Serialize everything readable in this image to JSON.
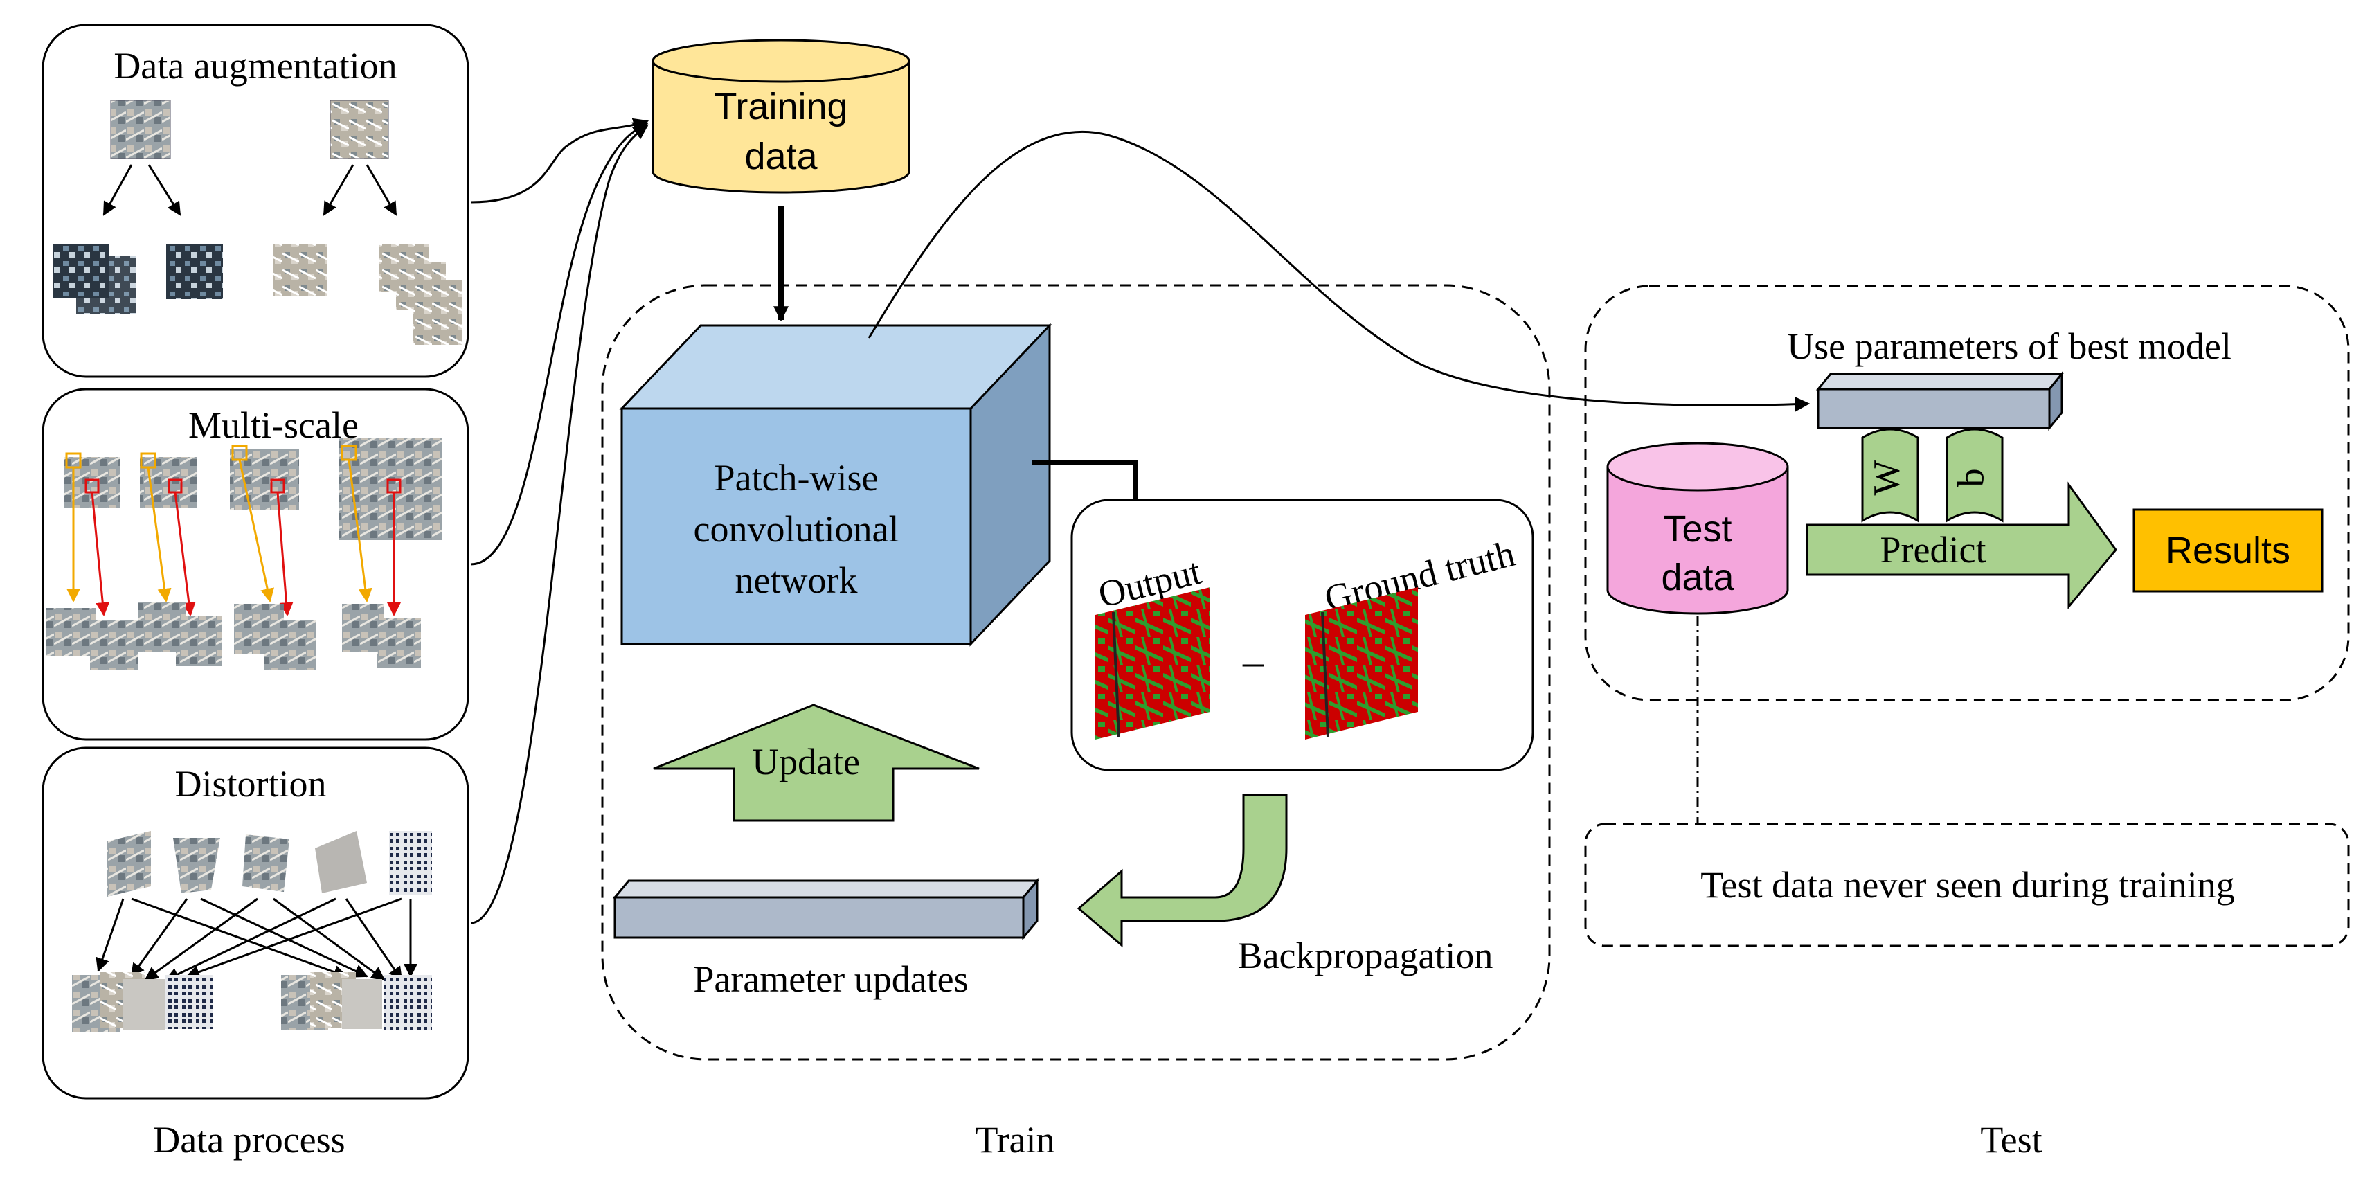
{
  "panels": {
    "data_augmentation": "Data augmentation",
    "multi_scale": "Multi-scale",
    "distortion": "Distortion"
  },
  "training_data": [
    "Training",
    "data"
  ],
  "network": [
    "Patch-wise",
    "convolutional",
    "network"
  ],
  "output_label": "Output",
  "minus": "–",
  "ground_truth_label": "Ground truth",
  "update_label": "Update",
  "parameter_updates": "Parameter updates",
  "backpropagation": "Backpropagation",
  "best_model_label": "Use parameters of best model",
  "weight_w": "W",
  "weight_b": "b",
  "test_data": [
    "Test",
    "data"
  ],
  "predict": "Predict",
  "results": "Results",
  "note": "Test data never seen during training",
  "sections": {
    "data_process": "Data process",
    "train": "Train",
    "test": "Test"
  },
  "colors": {
    "training_db": "#FFE699",
    "network_front": "#9DC3E6",
    "network_top": "#BDD7EE",
    "network_side": "#7F9FBF",
    "arrow_green": "#A9D18E",
    "test_db": "#F4A6DC",
    "results": "#FFC000",
    "param_bar": "#ADB9CA",
    "mask_red": "#CC0000",
    "mask_green": "#2E9E2E"
  }
}
